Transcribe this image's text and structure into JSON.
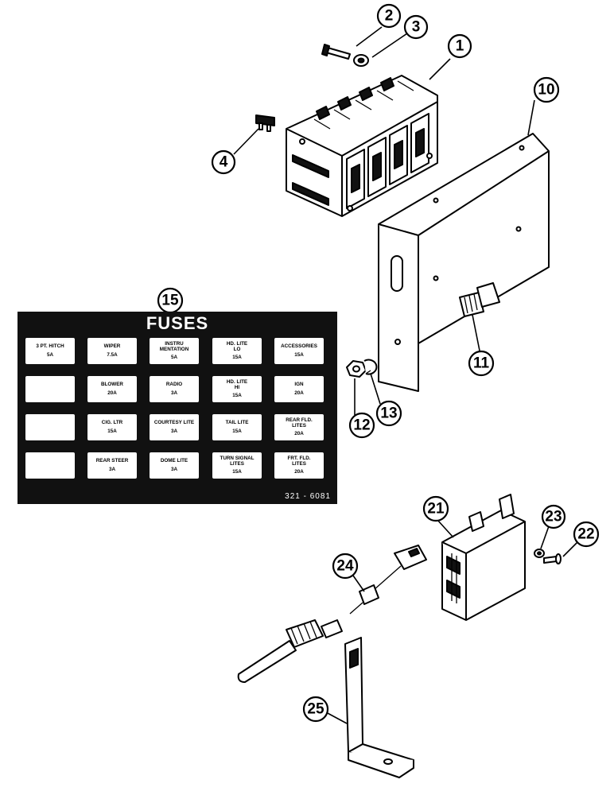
{
  "callouts": {
    "c1": "1",
    "c2": "2",
    "c3": "3",
    "c4": "4",
    "c10": "10",
    "c11": "11",
    "c12": "12",
    "c13": "13",
    "c15": "15",
    "c21": "21",
    "c22": "22",
    "c23": "23",
    "c24": "24",
    "c25": "25"
  },
  "decal": {
    "title": "FUSES",
    "part_number": "321 - 6081",
    "rows": [
      [
        {
          "label": "3 PT. HITCH",
          "amp": "5A"
        },
        {
          "label": "WIPER",
          "amp": "7.5A"
        },
        {
          "label": "INSTRU\nMENTATION",
          "amp": "5A"
        },
        {
          "label": "HD. LITE\nLO",
          "amp": "15A"
        },
        {
          "label": "ACCESSORIES",
          "amp": "15A"
        }
      ],
      [
        {
          "label": "",
          "amp": ""
        },
        {
          "label": "BLOWER",
          "amp": "20A"
        },
        {
          "label": "RADIO",
          "amp": "3A"
        },
        {
          "label": "HD. LITE\nHI",
          "amp": "15A"
        },
        {
          "label": "IGN",
          "amp": "20A"
        }
      ],
      [
        {
          "label": "",
          "amp": ""
        },
        {
          "label": "CIG. LTR",
          "amp": "15A"
        },
        {
          "label": "COURTESY LITE",
          "amp": "3A"
        },
        {
          "label": "TAIL LITE",
          "amp": "15A"
        },
        {
          "label": "REAR FLD.\nLITES",
          "amp": "20A"
        }
      ],
      [
        {
          "label": "",
          "amp": ""
        },
        {
          "label": "REAR STEER",
          "amp": "3A"
        },
        {
          "label": "DOME LITE",
          "amp": "3A"
        },
        {
          "label": "TURN SIGNAL\nLITES",
          "amp": "15A"
        },
        {
          "label": "FRT. FLD.\nLITES",
          "amp": "20A"
        }
      ]
    ]
  }
}
